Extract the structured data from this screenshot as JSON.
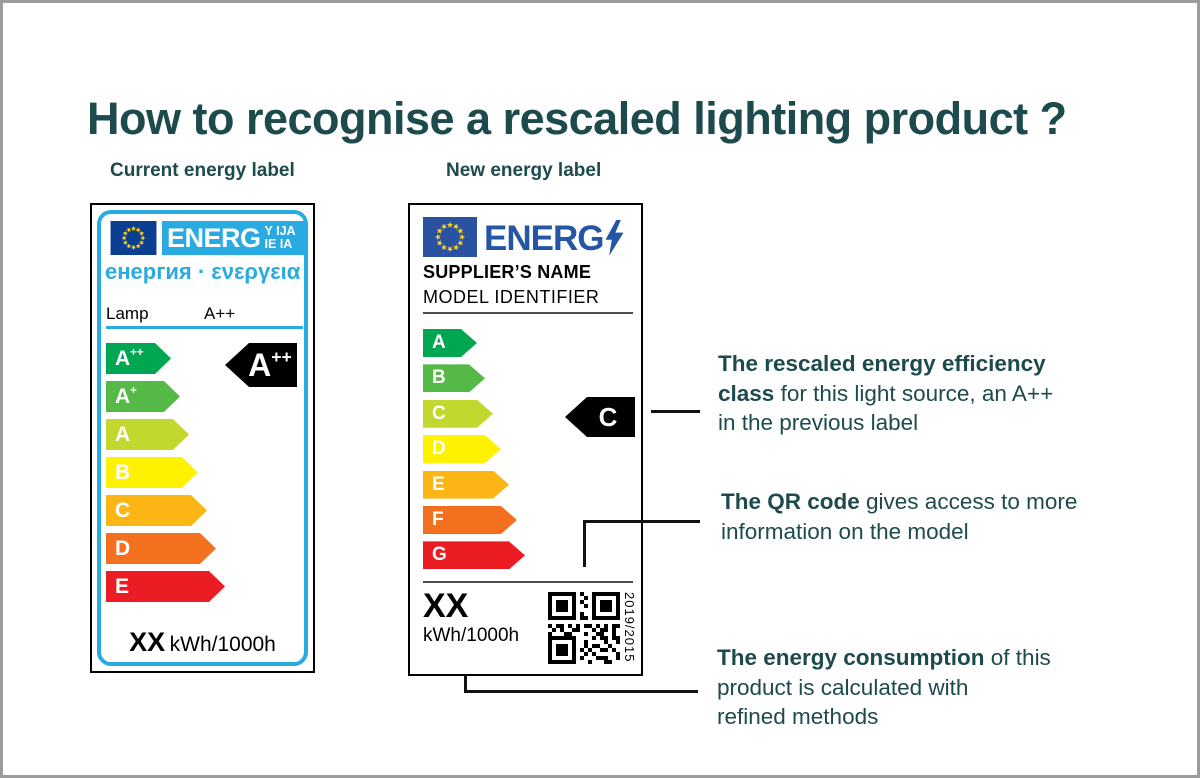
{
  "page": {
    "title": "How to recognise a rescaled lighting product ?"
  },
  "columns": {
    "current_heading": "Current energy label",
    "new_heading": "New energy label"
  },
  "palette": {
    "accent_teal": "#1d4a4c",
    "cyan": "#29abe2",
    "eu_blue_old": "#0b3d91",
    "eu_blue_new": "#2a52a2",
    "energ_blue": "#2456a4",
    "star_yellow": "#ffd617",
    "indicator_black": "#000000"
  },
  "icons": {
    "eu_flag_old": "eu-flag",
    "eu_flag_new": "eu-flag",
    "lightning_bolt": "lightning-bolt",
    "qr_code": "qr-code"
  },
  "old_label": {
    "header_word": "ENERG",
    "header_suffix_line1": "Y IJA",
    "header_suffix_line2": "IE IA",
    "subheader": "енергия · ενεργεια",
    "product_type": "Lamp",
    "product_class": "A++",
    "classes": [
      {
        "letter": "A",
        "sup": "++",
        "color": "#00a651"
      },
      {
        "letter": "A",
        "sup": "+",
        "color": "#55b948"
      },
      {
        "letter": "A",
        "sup": "",
        "color": "#c3d82e"
      },
      {
        "letter": "B",
        "sup": "",
        "color": "#fff200"
      },
      {
        "letter": "C",
        "sup": "",
        "color": "#fbb615"
      },
      {
        "letter": "D",
        "sup": "",
        "color": "#f3701e"
      },
      {
        "letter": "E",
        "sup": "",
        "color": "#ec1c24"
      }
    ],
    "indicator": {
      "letter": "A",
      "sup": "++"
    },
    "consumption_value": "XX",
    "consumption_unit": "kWh/1000h"
  },
  "new_label": {
    "header_word": "ENERG",
    "supplier": "SUPPLIER’S NAME",
    "model": "MODEL IDENTIFIER",
    "classes": [
      {
        "letter": "A",
        "color": "#00a651"
      },
      {
        "letter": "B",
        "color": "#55b948"
      },
      {
        "letter": "C",
        "color": "#c3d82e"
      },
      {
        "letter": "D",
        "color": "#fff200"
      },
      {
        "letter": "E",
        "color": "#fbb615"
      },
      {
        "letter": "F",
        "color": "#f3701e"
      },
      {
        "letter": "G",
        "color": "#ec1c24"
      }
    ],
    "indicator": {
      "letter": "C"
    },
    "consumption_value": "XX",
    "consumption_unit": "kWh/1000h",
    "regulation": "2019/2015"
  },
  "annotations": {
    "efficiency": {
      "line1_bold": "The rescaled energy efficiency",
      "line2_bold": "class",
      "line2_rest": " for this light source, an A++",
      "line3": "in the previous label"
    },
    "qr": {
      "line1_bold": "The QR code",
      "line1_rest": " gives access to more",
      "line2": "information on the model"
    },
    "consumption": {
      "line1_bold": "The energy consumption",
      "line1_rest": " of this",
      "line2": "product is calculated with",
      "line3": "refined methods"
    }
  }
}
